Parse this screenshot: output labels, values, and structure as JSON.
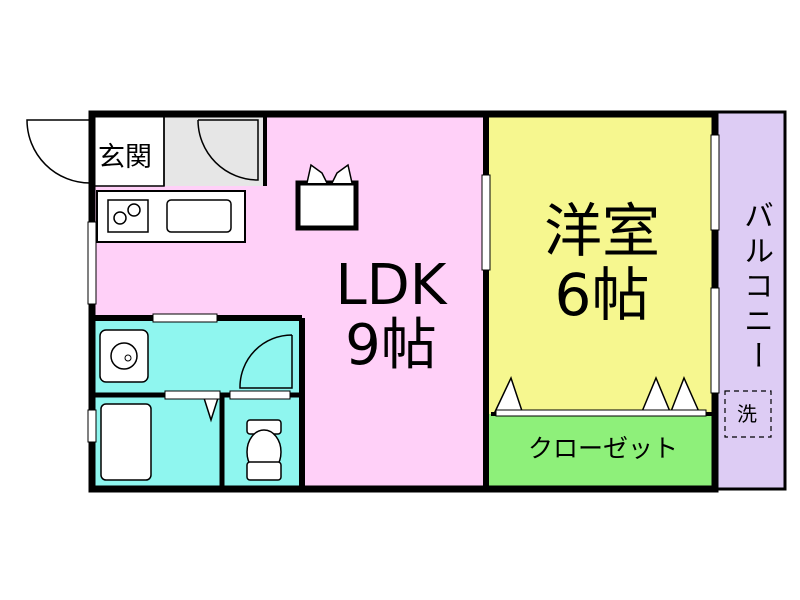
{
  "floor_plan": {
    "rooms": {
      "entrance": {
        "label": "玄関",
        "color": "#e6e6e6"
      },
      "ldk": {
        "label": "LDK\n9帖",
        "color": "#ffd0f8"
      },
      "western_room": {
        "label": "洋室\n6帖",
        "color": "#f6f78f"
      },
      "closet": {
        "label": "クローゼット",
        "color": "#8ef07a"
      },
      "balcony": {
        "label": "バルコニー",
        "color": "#ddccf4"
      },
      "washing_machine": {
        "label": "洗"
      },
      "wet_areas": {
        "color": "#8ff6ef"
      }
    },
    "wall_color": "#000000"
  }
}
